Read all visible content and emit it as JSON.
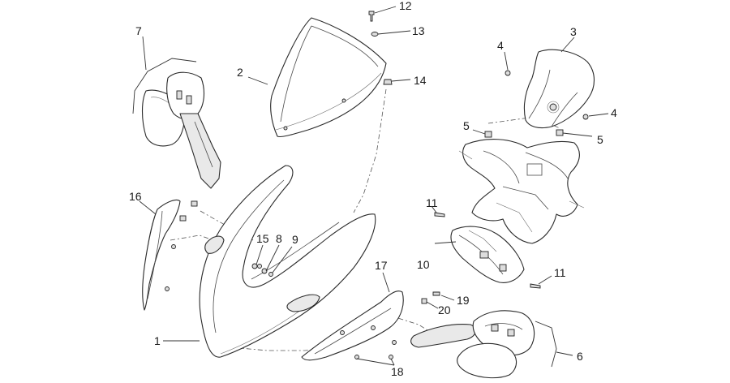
{
  "callouts": {
    "c1": "1",
    "c2": "2",
    "c3": "3",
    "c4a": "4",
    "c4b": "4",
    "c5a": "5",
    "c5b": "5",
    "c6": "6",
    "c7": "7",
    "c8": "8",
    "c9": "9",
    "c10": "10",
    "c11a": "11",
    "c11b": "11",
    "c12": "12",
    "c13": "13",
    "c14": "14",
    "c15": "15",
    "c16": "16",
    "c17": "17",
    "c18": "18",
    "c19": "19",
    "c20": "20"
  }
}
